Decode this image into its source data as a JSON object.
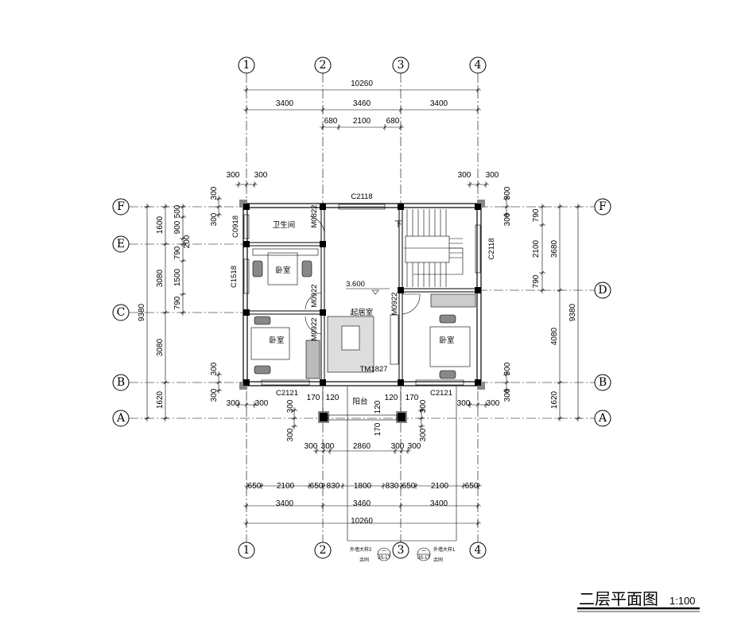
{
  "title": {
    "text": "二层平面图",
    "scale": "1:100"
  },
  "axes": {
    "columns": [
      "1",
      "2",
      "3",
      "4"
    ],
    "rows_left": [
      "F",
      "E",
      "C",
      "B",
      "A"
    ],
    "rows_right": [
      "F",
      "D",
      "B",
      "A"
    ]
  },
  "dims_top": {
    "total": "10260",
    "bays": [
      "3400",
      "3460",
      "3400"
    ],
    "center": [
      "680",
      "2100",
      "680"
    ],
    "wall_left": [
      "300",
      "300"
    ],
    "wall_right": [
      "300",
      "300"
    ]
  },
  "dims_bottom": {
    "windows": [
      "650",
      "2100",
      "650",
      "830",
      "1800",
      "830",
      "650",
      "2100",
      "650"
    ],
    "bays": [
      "3400",
      "3460",
      "3400"
    ],
    "total": "10260",
    "balcony": [
      "300",
      "300",
      "2860",
      "300",
      "300"
    ],
    "wall_left": [
      "300",
      "300"
    ],
    "wall_right": [
      "300",
      "300"
    ],
    "balcony_walls": [
      "170",
      "120",
      "120",
      "170",
      "120",
      "170"
    ],
    "balcony_side": [
      "300",
      "300",
      "300",
      "300"
    ]
  },
  "dims_left": {
    "total": "9380",
    "bays": [
      "1600",
      "3080",
      "3080",
      "1620"
    ],
    "detail": [
      "500",
      "900",
      "200",
      "790",
      "1500",
      "790"
    ],
    "walls": [
      "300",
      "300",
      "300",
      "300"
    ]
  },
  "dims_right": {
    "total": "9380",
    "bays": [
      "3680",
      "4080",
      "1620"
    ],
    "detail": [
      "790",
      "2100",
      "790"
    ],
    "walls": [
      "300",
      "300",
      "300",
      "300"
    ]
  },
  "rooms": {
    "bath": "卫生间",
    "bed1": "卧室",
    "bed2": "卧室",
    "living": "起居室",
    "bed3": "卧室",
    "balcony": "阳台",
    "elevation": "3.600"
  },
  "openings": {
    "c2118_top": "C2118",
    "c0918": "C0918",
    "c1518": "C1518",
    "c2118_right": "C2118",
    "c2121_left": "C2121",
    "c2121_right": "C2121",
    "m0822": "M0822",
    "m0922_a": "M0922",
    "m0922_b": "M0922",
    "m0922_c": "M0922",
    "tm1827": "TM1827",
    "stair_down": "下"
  },
  "details": [
    {
      "label": "外墙大样2",
      "note": "余同",
      "num": "一",
      "sheet": "JS-17"
    },
    {
      "label": "外墙大样1",
      "note": "余同",
      "num": "一",
      "sheet": "JS-17"
    }
  ]
}
